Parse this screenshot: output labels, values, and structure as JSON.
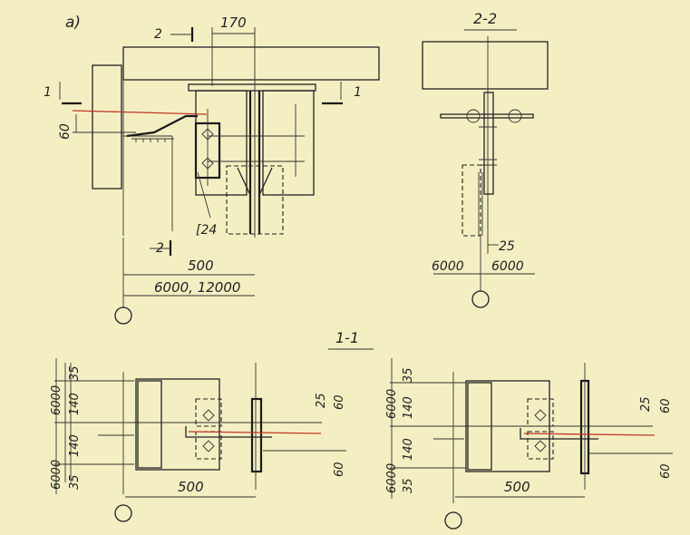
{
  "figure": {
    "panel_label": "а)",
    "sections": {
      "s22": "2-2",
      "s11": "1-1",
      "cut2": "2",
      "cut1": "1"
    },
    "labels": {
      "channel": "[24"
    },
    "dims": {
      "d170": "170",
      "d60": "60",
      "d500": "500",
      "d6000_12000": "6000, 12000",
      "d25": "25",
      "d6000": "6000",
      "d35": "35",
      "d140": "140"
    }
  }
}
